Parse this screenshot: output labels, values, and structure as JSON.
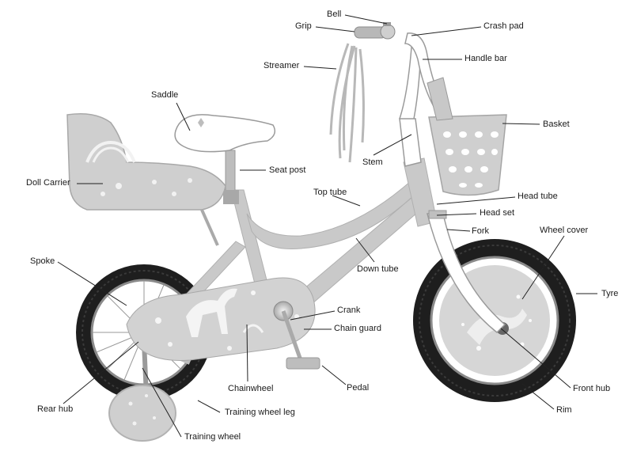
{
  "labels": {
    "bell": "Bell",
    "grip": "Grip",
    "crash_pad": "Crash pad",
    "streamer": "Streamer",
    "handle_bar": "Handle bar",
    "saddle": "Saddle",
    "basket": "Basket",
    "stem": "Stem",
    "seat_post": "Seat post",
    "doll_carrier": "Doll Carrier",
    "top_tube": "Top tube",
    "head_tube": "Head tube",
    "head_set": "Head set",
    "fork": "Fork",
    "wheel_cover": "Wheel cover",
    "spoke": "Spoke",
    "down_tube": "Down tube",
    "tyre": "Tyre",
    "crank": "Crank",
    "chain_guard": "Chain guard",
    "chainwheel": "Chainwheel",
    "pedal": "Pedal",
    "front_hub": "Front hub",
    "rear_hub": "Rear hub",
    "training_wheel_leg": "Training wheel leg",
    "rim": "Rim",
    "training_wheel": "Training wheel"
  },
  "colors": {
    "frame": "#c9c9c9",
    "tyre": "#1f1f1f",
    "fork": "#ffffff",
    "line": "#222222",
    "text": "#1a1a1a"
  }
}
